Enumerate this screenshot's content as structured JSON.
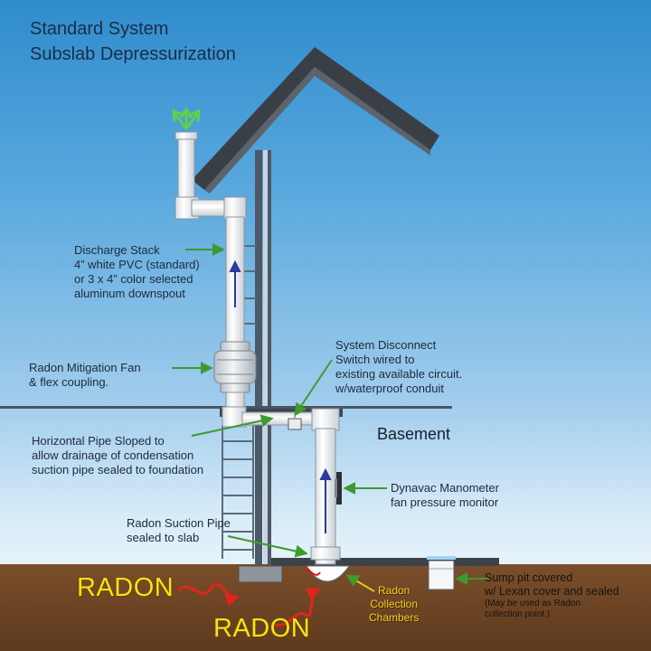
{
  "title": {
    "line1": "Standard System",
    "line2": "Subslab Depressurization"
  },
  "labels": {
    "discharge_stack": [
      "Discharge Stack",
      "4” white PVC (standard)",
      "or 3 x 4” color selected",
      "aluminum downspout"
    ],
    "mitigation_fan": [
      "Radon Mitigation Fan",
      "& flex coupling."
    ],
    "system_disconnect": [
      "System Disconnect",
      "Switch wired to",
      "existing available circuit.",
      "w/waterproof conduit"
    ],
    "basement": "Basement",
    "horizontal_pipe": [
      "Horizontal Pipe Sloped to",
      "allow drainage of condensation",
      "suction pipe sealed to foundation"
    ],
    "manometer": [
      "Dynavac Manometer",
      "fan pressure monitor"
    ],
    "suction_pipe": [
      "Radon Suction Pipe",
      "sealed to slab"
    ],
    "radon_top": "RADON",
    "radon_bottom": "RADON",
    "collection_chambers": [
      "Radon",
      "Collection",
      "Chambers"
    ],
    "sump_pit": [
      "Sump pit covered",
      "w/ Lexan cover and sealed"
    ],
    "sump_pit_note": [
      "(May be used as Radon",
      "collection point.)"
    ]
  },
  "colors": {
    "sky_top": "#2f8ccd",
    "sky_bottom": "#e9f4fb",
    "soil": "#7a4e2a",
    "roof": "#3a3f46",
    "pipe": "#ffffff",
    "pointer_arrow": "#3d9a2e",
    "radon_text": "#f6e21a",
    "radon_path": "#e2241d",
    "airflow_arrow": "#2b3aa0",
    "vent_arrow": "#62cf4a"
  }
}
